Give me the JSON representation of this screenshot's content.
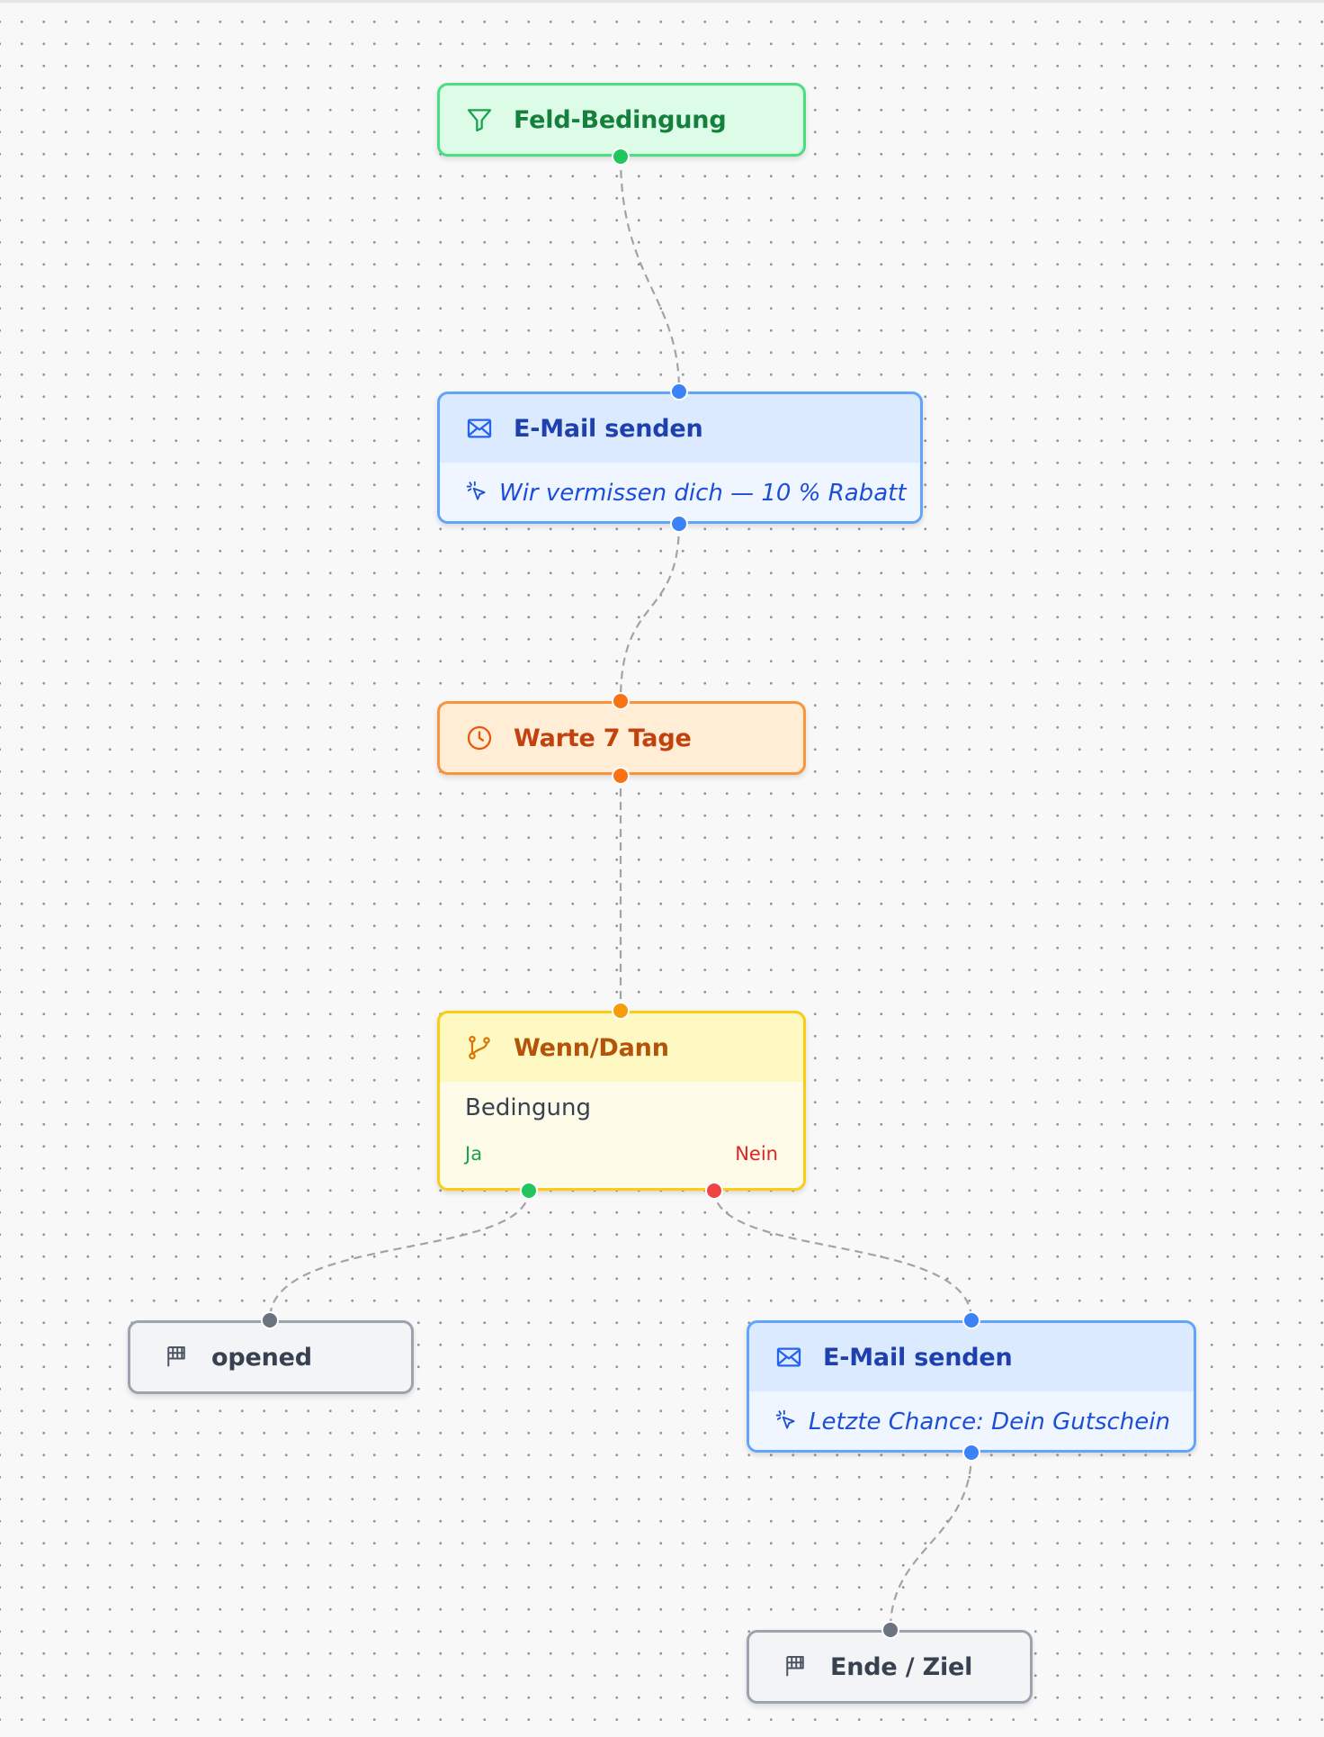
{
  "nodes": {
    "field_condition": {
      "title": "Feld-Bedingung",
      "icon": "filter-icon"
    },
    "email_1": {
      "title": "E-Mail senden",
      "subject": "Wir vermissen dich — 10 % Rabatt",
      "icon": "envelope-icon"
    },
    "wait": {
      "title": "Warte 7 Tage",
      "icon": "clock-icon"
    },
    "if_then": {
      "title": "Wenn/Dann",
      "condition": "Bedingung",
      "yes_label": "Ja",
      "no_label": "Nein",
      "icon": "branch-icon"
    },
    "goal_opened": {
      "title": "opened",
      "icon": "flag-icon"
    },
    "email_2": {
      "title": "E-Mail senden",
      "subject": "Letzte Chance: Dein Gutschein",
      "icon": "envelope-icon"
    },
    "goal_end": {
      "title": "Ende / Ziel",
      "icon": "flag-icon"
    }
  },
  "colors": {
    "condition": "#22c55e",
    "email": "#3b82f6",
    "wait": "#f97316",
    "branch": "#f59e0b",
    "yes": "#22c55e",
    "no": "#ef4444",
    "goal": "#6b7280",
    "edge": "#a3a3a3"
  }
}
